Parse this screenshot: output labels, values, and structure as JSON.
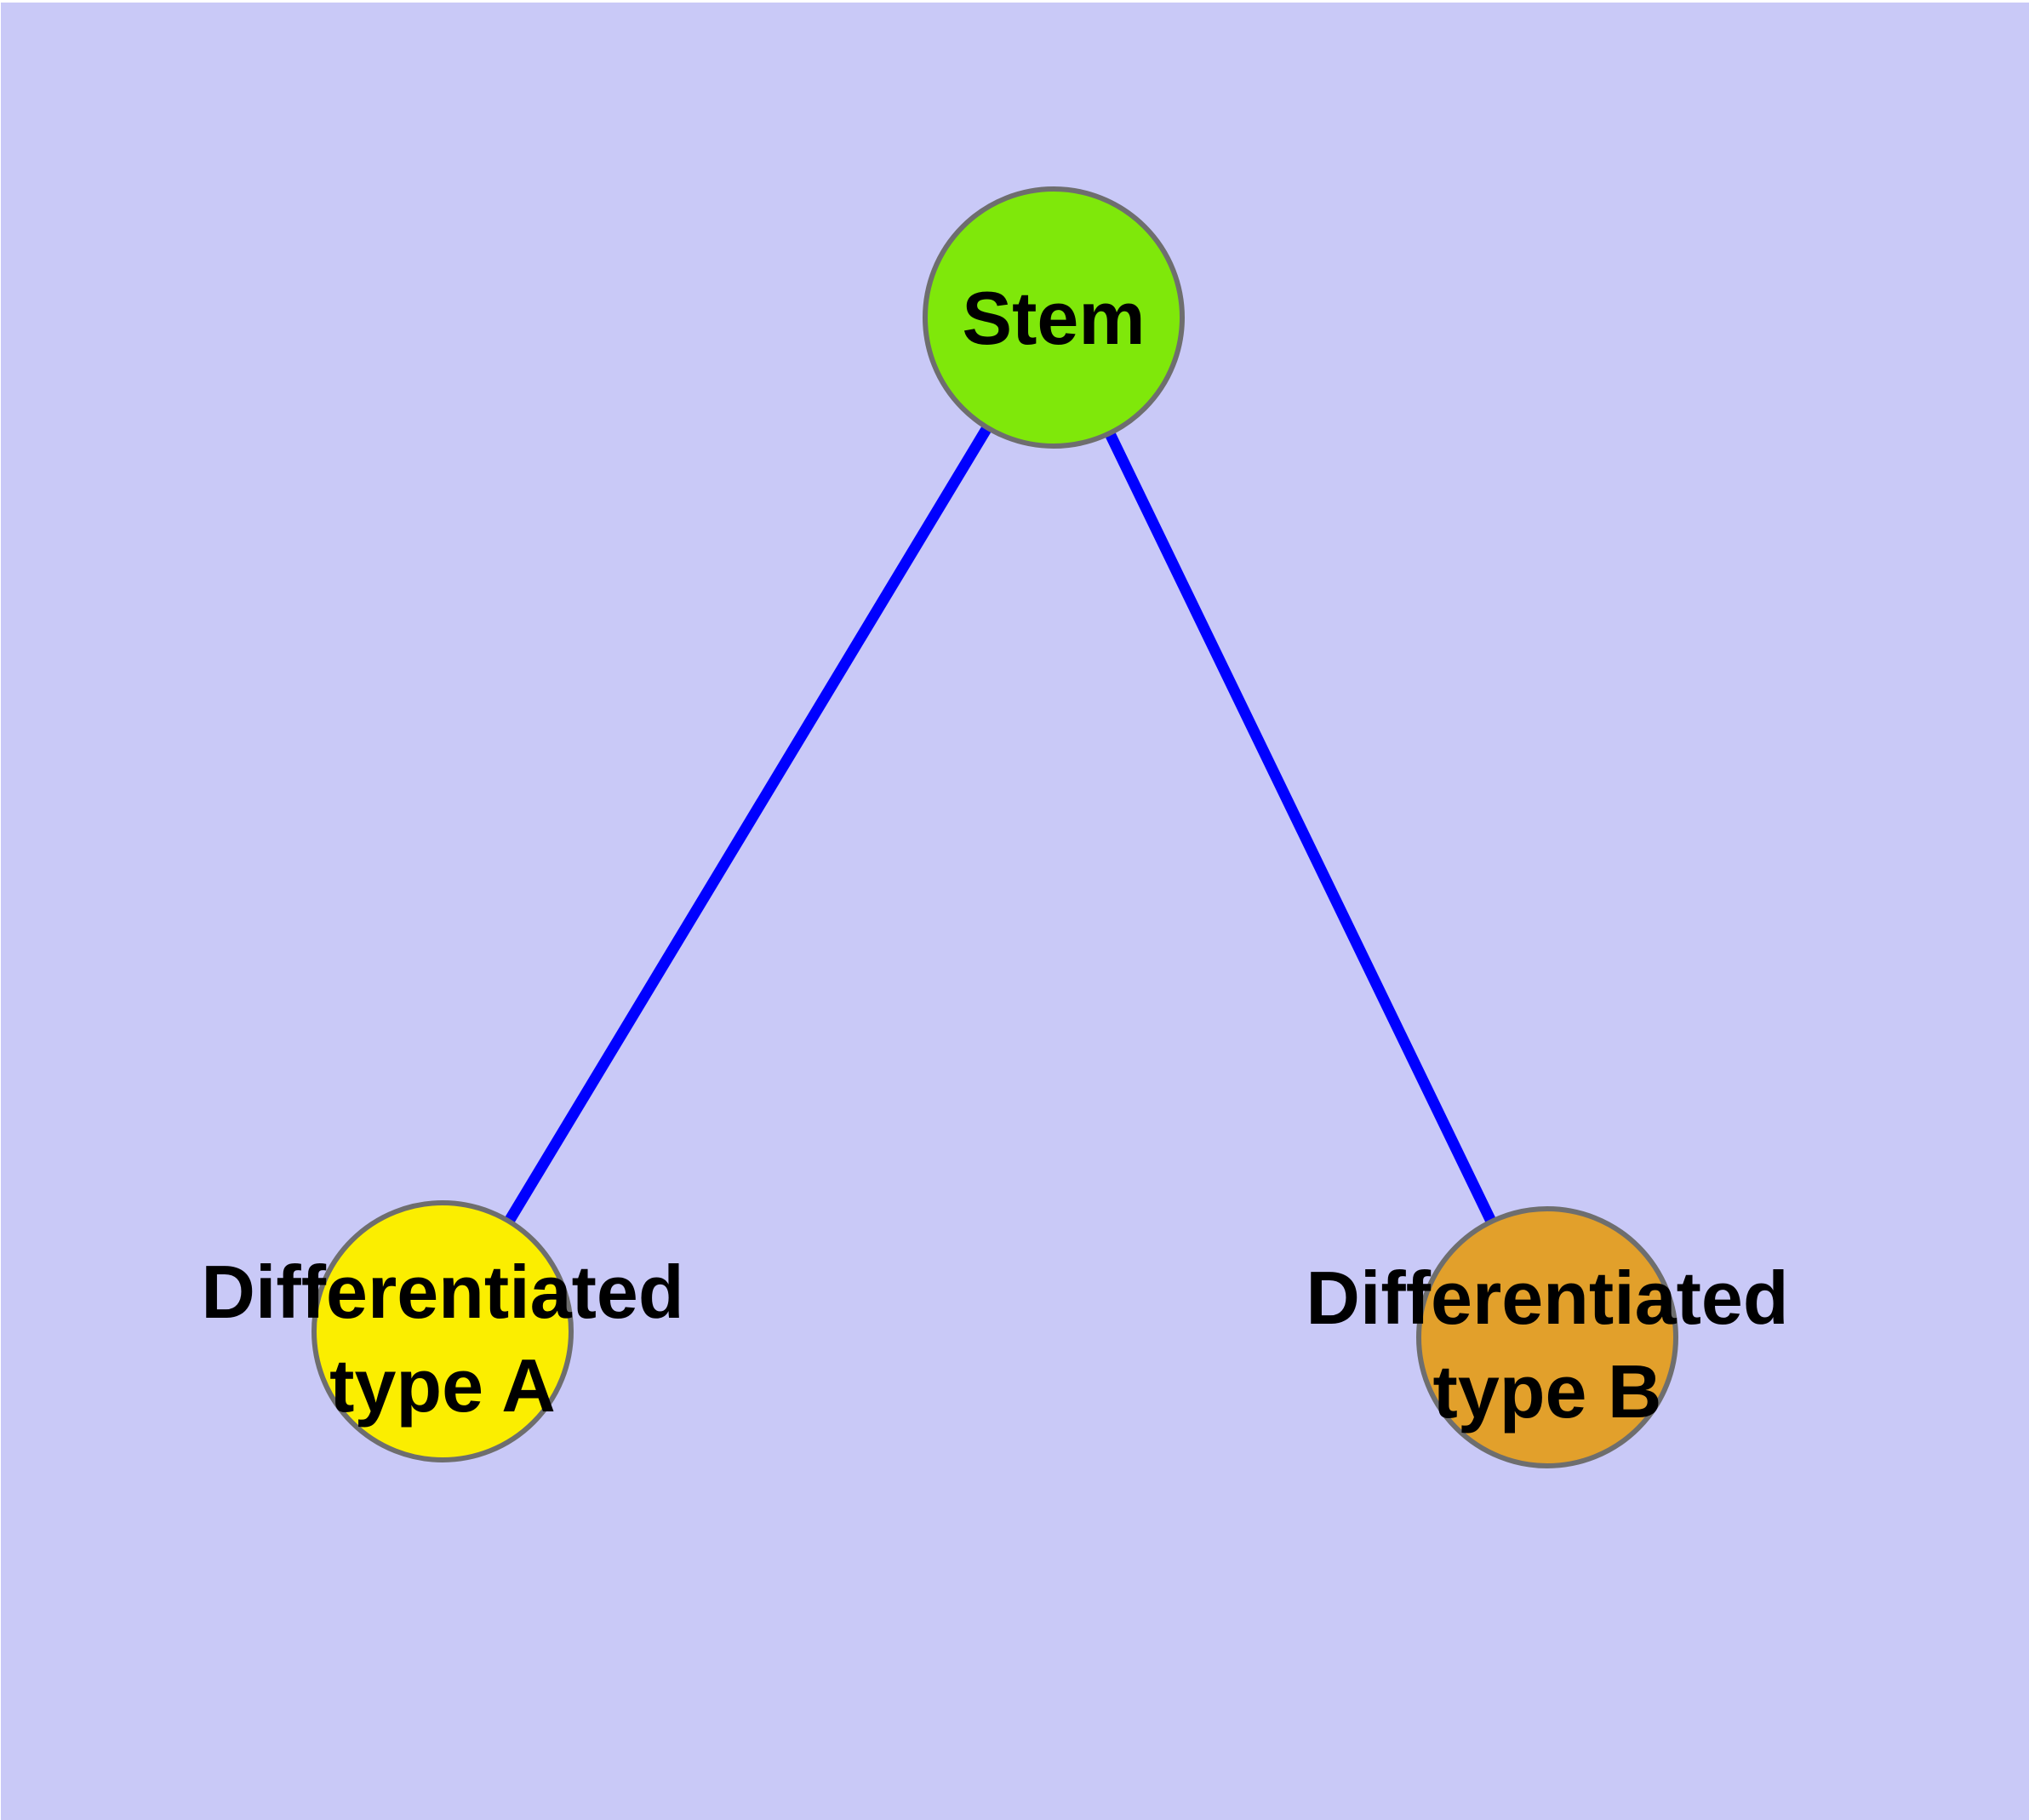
{
  "diagram": {
    "background_color": "#C9C9F7",
    "page_margin_color": "#FFFFFF",
    "edge_color": "#0000FF",
    "node_border_color": "#6E6E6E",
    "label_color": "#000000",
    "nodes": {
      "stem": {
        "label": "Stem",
        "fill": "#7FE80A"
      },
      "type_a": {
        "label": "Differentiated type A",
        "label_lines": [
          "Differentiated",
          "type A"
        ],
        "fill": "#FBEE00"
      },
      "type_b": {
        "label": "Differentiated type B",
        "label_lines": [
          "Differentiated",
          "type B"
        ],
        "fill": "#E2A02B"
      }
    },
    "edges": [
      {
        "from": "Stem",
        "to": "Differentiated type A"
      },
      {
        "from": "Stem",
        "to": "Differentiated type B"
      }
    ]
  }
}
